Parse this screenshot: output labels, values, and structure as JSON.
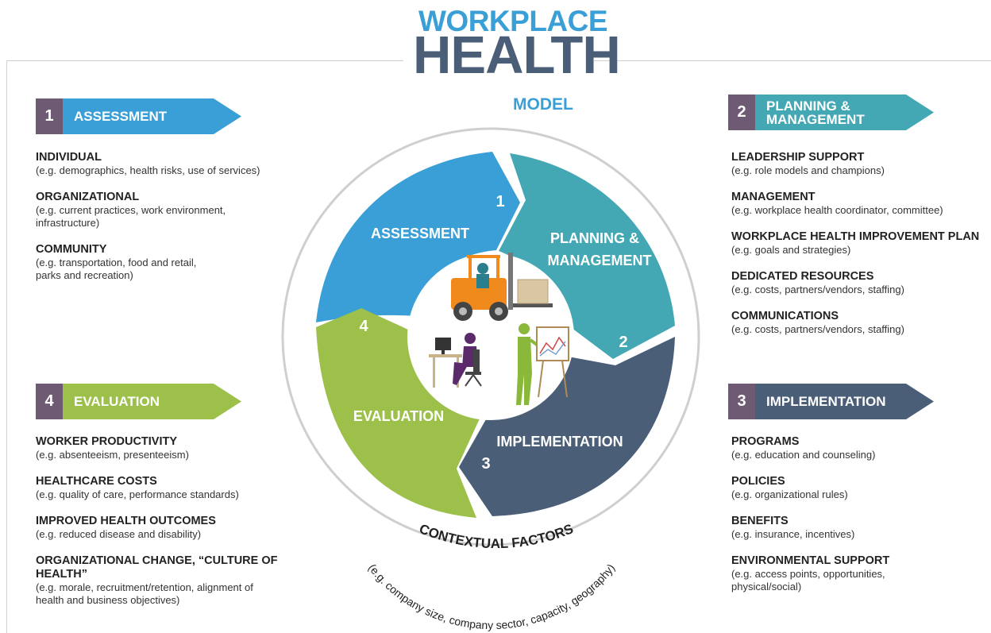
{
  "title": {
    "line1": "WORKPLACE",
    "line2": "HEALTH",
    "line3": "MODEL"
  },
  "colors": {
    "assessment": "#3a9fd6",
    "planning": "#44a8b4",
    "implementation": "#4a5e78",
    "evaluation": "#9cc04a",
    "number_box": "#6e5a72"
  },
  "banners": {
    "b1": {
      "num": "1",
      "label": "ASSESSMENT"
    },
    "b2": {
      "num": "2",
      "label1": "PLANNING &",
      "label2": "MANAGEMENT"
    },
    "b3": {
      "num": "3",
      "label": "IMPLEMENTATION"
    },
    "b4": {
      "num": "4",
      "label": "EVALUATION"
    }
  },
  "assessment": [
    {
      "heading": "INDIVIDUAL",
      "detail": [
        "(e.g. demographics, health risks, use of services)"
      ]
    },
    {
      "heading": "ORGANIZATIONAL",
      "detail": [
        "(e.g. current practices, work environment,",
        "infrastructure)"
      ]
    },
    {
      "heading": "COMMUNITY",
      "detail": [
        "(e.g. transportation, food and retail,",
        "parks and recreation)"
      ]
    }
  ],
  "planning": [
    {
      "heading": "LEADERSHIP SUPPORT",
      "detail": [
        "(e.g. role models and champions)"
      ]
    },
    {
      "heading": "MANAGEMENT",
      "detail": [
        "(e.g. workplace health coordinator, committee)"
      ]
    },
    {
      "heading": "WORKPLACE HEALTH IMPROVEMENT PLAN",
      "detail": [
        "(e.g. goals and strategies)"
      ]
    },
    {
      "heading": "DEDICATED RESOURCES",
      "detail": [
        "(e.g. costs, partners/vendors, staffing)"
      ]
    },
    {
      "heading": "COMMUNICATIONS",
      "detail": [
        "(e.g. costs, partners/vendors, staffing)"
      ]
    }
  ],
  "evaluation": [
    {
      "heading": "WORKER PRODUCTIVITY",
      "detail": [
        "(e.g. absenteeism, presenteeism)"
      ]
    },
    {
      "heading": "HEALTHCARE COSTS",
      "detail": [
        "(e.g. quality of care, performance standards)"
      ]
    },
    {
      "heading": "IMPROVED HEALTH OUTCOMES",
      "detail": [
        "(e.g. reduced disease and disability)"
      ]
    },
    {
      "heading": "ORGANIZATIONAL CHANGE, “CULTURE OF HEALTH”",
      "detail": [
        "(e.g. morale, recruitment/retention, alignment of",
        "health and business objectives)"
      ]
    }
  ],
  "implementation": [
    {
      "heading": "PROGRAMS",
      "detail": [
        "(e.g. education and counseling)"
      ]
    },
    {
      "heading": "POLICIES",
      "detail": [
        "(e.g. organizational rules)"
      ]
    },
    {
      "heading": "BENEFITS",
      "detail": [
        "(e.g. insurance, incentives)"
      ]
    },
    {
      "heading": "ENVIRONMENTAL SUPPORT",
      "detail": [
        "(e.g. access points, opportunities,",
        "physical/social)"
      ]
    }
  ],
  "wheel": {
    "assessment": "ASSESSMENT",
    "planning1": "PLANNING &",
    "planning2": "MANAGEMENT",
    "implementation": "IMPLEMENTATION",
    "evaluation": "EVALUATION",
    "n1": "1",
    "n2": "2",
    "n3": "3",
    "n4": "4",
    "contextual": "CONTEXTUAL FACTORS",
    "contextual_examples": "(e.g. company size, company sector, capacity, geography)"
  }
}
